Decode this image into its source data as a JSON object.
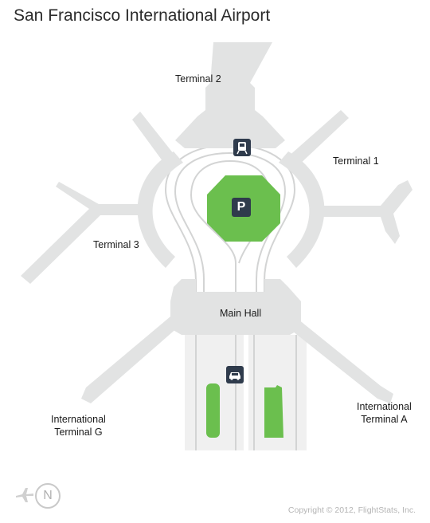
{
  "map": {
    "title": "San Francisco International Airport",
    "labels": {
      "terminal_2": "Terminal 2",
      "terminal_1": "Terminal 1",
      "terminal_3": "Terminal 3",
      "main_hall": "Main Hall",
      "intl_g_line1": "International",
      "intl_g_line2": "Terminal G",
      "intl_a_line1": "International",
      "intl_a_line2": "Terminal A"
    },
    "parking_symbol": "P",
    "compass_letter": "N",
    "copyright": "Copyright © 2012, FlightStats, Inc.",
    "icons": [
      "train-icon",
      "parking-icon",
      "car-icon",
      "airplane-icon",
      "north-compass-icon"
    ],
    "colors": {
      "terminal_fill": "#e2e3e3",
      "parking_green": "#6bbf4e",
      "badge": "#2f3b4c",
      "road_line": "#d3d4d4",
      "text": "#1a1a1a"
    }
  }
}
